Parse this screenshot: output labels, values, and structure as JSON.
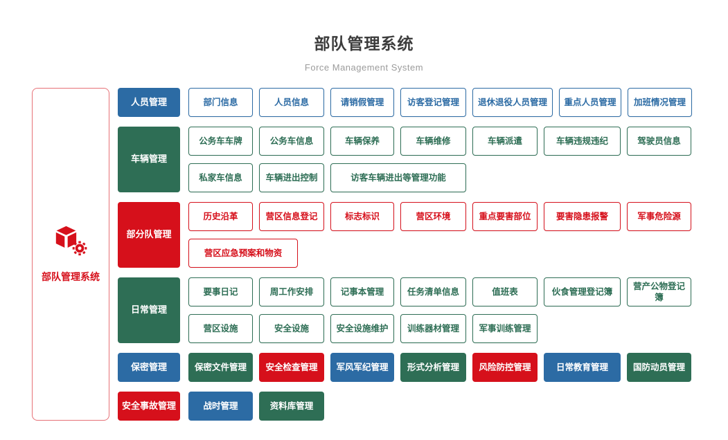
{
  "header": {
    "title": "部队管理系统",
    "subtitle": "Force Management System"
  },
  "root": {
    "label": "部队管理系统",
    "icon": "cube-gear-icon"
  },
  "colors": {
    "blue": "#2c6ba4",
    "green": "#2e6e55",
    "red": "#d6101b"
  },
  "groups": [
    {
      "label": "人员管理",
      "color": "blue",
      "rows": [
        [
          "部门信息",
          "人员信息",
          "请销假管理",
          "访客登记管理",
          "退休退役人员管理",
          "重点人员管理",
          "加班情况管理"
        ]
      ]
    },
    {
      "label": "车辆管理",
      "color": "green",
      "rows": [
        [
          "公务车车牌",
          "公务车信息",
          "车辆保养",
          "车辆维修",
          "车辆派遣",
          "车辆违规违纪",
          "驾驶员信息"
        ],
        [
          "私家车信息",
          "车辆进出控制",
          "访客车辆进出等管理功能"
        ]
      ]
    },
    {
      "label": "部分队管理",
      "color": "red",
      "rows": [
        [
          "历史沿革",
          "营区信息登记",
          "标志标识",
          "营区环境",
          "重点要害部位",
          "要害隐患报警",
          "军事危险源"
        ],
        [
          "营区应急预案和物资"
        ]
      ]
    },
    {
      "label": "日常管理",
      "color": "green",
      "rows": [
        [
          "要事日记",
          "周工作安排",
          "记事本管理",
          "任务清单信息",
          "值班表",
          "伙食管理登记簿",
          "营产公物登记簿"
        ],
        [
          "营区设施",
          "安全设施",
          "安全设施维护",
          "训练器材管理",
          "军事训练管理"
        ]
      ]
    },
    {
      "label": "保密管理",
      "color": "blue",
      "solid_items": [
        {
          "label": "保密文件管理",
          "color": "green"
        },
        {
          "label": "安全检查管理",
          "color": "red"
        },
        {
          "label": "军风军纪管理",
          "color": "blue"
        },
        {
          "label": "形式分析管理",
          "color": "green"
        },
        {
          "label": "风险防控管理",
          "color": "red"
        },
        {
          "label": "日常教育管理",
          "color": "blue"
        },
        {
          "label": "国防动员管理",
          "color": "green"
        }
      ]
    }
  ],
  "bottom_row": {
    "lead": {
      "label": "安全事故管理",
      "color": "red"
    },
    "items": [
      {
        "label": "战时管理",
        "color": "blue"
      },
      {
        "label": "资料库管理",
        "color": "green"
      }
    ]
  }
}
